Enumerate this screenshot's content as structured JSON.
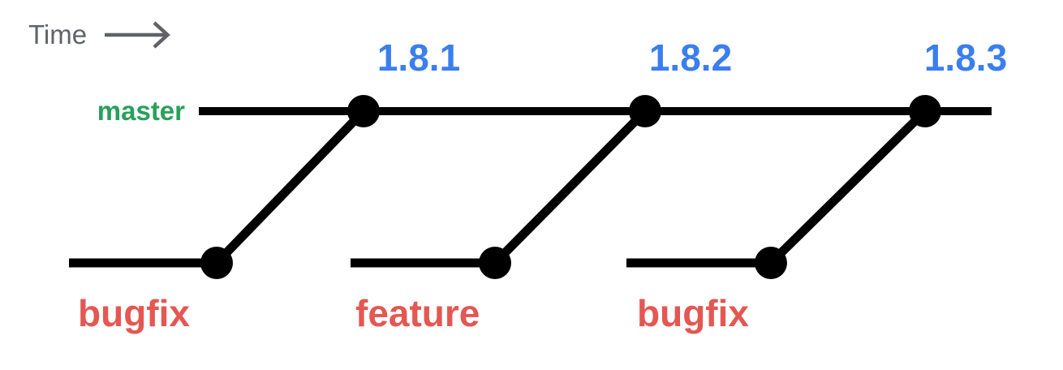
{
  "time_axis": {
    "label": "Time",
    "icon": "arrow-right-icon"
  },
  "colors": {
    "master_green": "#28a05a",
    "release_blue": "#3b7ef0",
    "branch_red": "#e45752",
    "axis_gray": "#5f6368",
    "line_black": "#000000",
    "background": "#ffffff"
  },
  "diagram": {
    "type": "git-branch-timeline",
    "master": {
      "label": "master",
      "releases": [
        "1.8.1",
        "1.8.2",
        "1.8.3"
      ]
    },
    "branches": [
      {
        "label": "bugfix",
        "merges_into_release": "1.8.1"
      },
      {
        "label": "feature",
        "merges_into_release": "1.8.2"
      },
      {
        "label": "bugfix",
        "merges_into_release": "1.8.3"
      }
    ]
  }
}
